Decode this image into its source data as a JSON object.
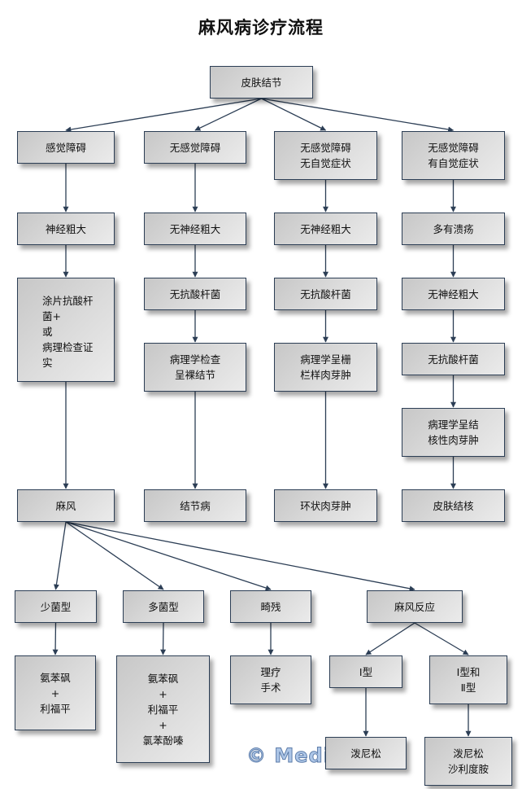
{
  "title": "麻风病诊疗流程",
  "watermark": "© MediX",
  "colors": {
    "border": "#2c3e55",
    "edge": "#2c3e55",
    "box_fill_start": "#c7c7c7",
    "box_fill_end": "#ebebeb",
    "watermark": "#a9c3e6"
  },
  "nodes": {
    "root": {
      "lines": [
        "皮肤结节"
      ]
    },
    "c1_symptom": {
      "lines": [
        "感觉障碍"
      ]
    },
    "c2_symptom": {
      "lines": [
        "无感觉障碍"
      ]
    },
    "c3_symptom": {
      "lines": [
        "无感觉障碍",
        "无自觉症状"
      ]
    },
    "c4_symptom": {
      "lines": [
        "无感觉障碍",
        "有自觉症状"
      ]
    },
    "c1_nerve": {
      "lines": [
        "神经粗大"
      ]
    },
    "c2_nerve": {
      "lines": [
        "无神经粗大"
      ]
    },
    "c3_nerve": {
      "lines": [
        "无神经粗大"
      ]
    },
    "c4_ulcer": {
      "lines": [
        "多有溃疡"
      ]
    },
    "c1_test": {
      "lines": [
        "涂片抗酸杆",
        "菌+",
        "或",
        "病理检查证",
        "实"
      ]
    },
    "c2_bacilli": {
      "lines": [
        "无抗酸杆菌"
      ]
    },
    "c3_bacilli": {
      "lines": [
        "无抗酸杆菌"
      ]
    },
    "c4_nerve": {
      "lines": [
        "无神经粗大"
      ]
    },
    "c2_path": {
      "lines": [
        "病理学检查",
        "呈裸结节"
      ]
    },
    "c3_path": {
      "lines": [
        "病理学呈栅",
        "栏样肉芽肿"
      ]
    },
    "c4_bacilli": {
      "lines": [
        "无抗酸杆菌"
      ]
    },
    "c4_path": {
      "lines": [
        "病理学呈结",
        "核性肉芽肿"
      ]
    },
    "c1_dx": {
      "lines": [
        "麻风"
      ]
    },
    "c2_dx": {
      "lines": [
        "结节病"
      ]
    },
    "c3_dx": {
      "lines": [
        "环状肉芽肿"
      ]
    },
    "c4_dx": {
      "lines": [
        "皮肤结核"
      ]
    },
    "pb": {
      "lines": [
        "少菌型"
      ]
    },
    "mb": {
      "lines": [
        "多菌型"
      ]
    },
    "deform": {
      "lines": [
        "畸残"
      ]
    },
    "reaction": {
      "lines": [
        "麻风反应"
      ]
    },
    "pb_tx": {
      "lines": [
        "氨苯砜",
        "+",
        "利福平"
      ]
    },
    "mb_tx": {
      "lines": [
        "氨苯砜",
        "+",
        "利福平",
        "+",
        "氯苯酚嗪"
      ]
    },
    "deform_tx": {
      "lines": [
        "理疗",
        "手术"
      ]
    },
    "type1": {
      "lines": [
        "Ⅰ型"
      ]
    },
    "type12": {
      "lines": [
        "Ⅰ型和",
        "Ⅱ型"
      ]
    },
    "type1_tx": {
      "lines": [
        "泼尼松"
      ]
    },
    "type12_tx": {
      "lines": [
        "泼尼松",
        "沙利度胺"
      ]
    }
  },
  "edges": [
    [
      "root",
      "c1_symptom"
    ],
    [
      "root",
      "c2_symptom"
    ],
    [
      "root",
      "c3_symptom"
    ],
    [
      "root",
      "c4_symptom"
    ],
    [
      "c1_symptom",
      "c1_nerve"
    ],
    [
      "c2_symptom",
      "c2_nerve"
    ],
    [
      "c3_symptom",
      "c3_nerve"
    ],
    [
      "c4_symptom",
      "c4_ulcer"
    ],
    [
      "c1_nerve",
      "c1_test"
    ],
    [
      "c2_nerve",
      "c2_bacilli"
    ],
    [
      "c3_nerve",
      "c3_bacilli"
    ],
    [
      "c4_ulcer",
      "c4_nerve"
    ],
    [
      "c2_bacilli",
      "c2_path"
    ],
    [
      "c3_bacilli",
      "c3_path"
    ],
    [
      "c4_nerve",
      "c4_bacilli"
    ],
    [
      "c4_bacilli",
      "c4_path"
    ],
    [
      "c1_test",
      "c1_dx"
    ],
    [
      "c2_path",
      "c2_dx"
    ],
    [
      "c3_path",
      "c3_dx"
    ],
    [
      "c4_path",
      "c4_dx"
    ],
    [
      "c1_dx",
      "pb"
    ],
    [
      "c1_dx",
      "mb"
    ],
    [
      "c1_dx",
      "deform"
    ],
    [
      "c1_dx",
      "reaction"
    ],
    [
      "pb",
      "pb_tx"
    ],
    [
      "mb",
      "mb_tx"
    ],
    [
      "deform",
      "deform_tx"
    ],
    [
      "reaction",
      "type1"
    ],
    [
      "reaction",
      "type12"
    ],
    [
      "type1",
      "type1_tx"
    ],
    [
      "type12",
      "type12_tx"
    ]
  ]
}
